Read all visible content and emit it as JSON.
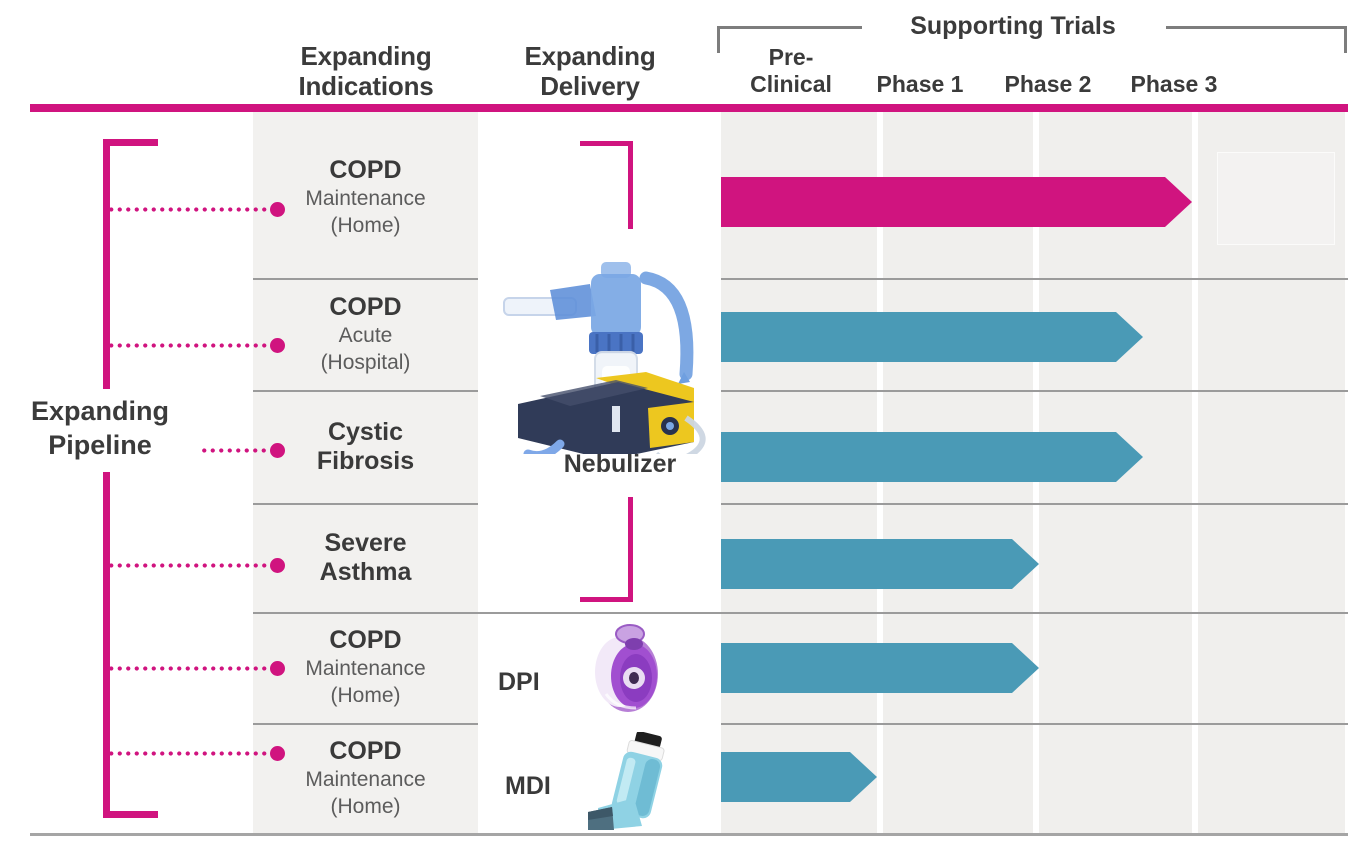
{
  "header": {
    "supporting_trials_label": "Supporting Trials",
    "indications_column_label": "Expanding\nIndications",
    "delivery_column_label": "Expanding\nDelivery",
    "phases": [
      "Pre-\nClinical",
      "Phase 1",
      "Phase 2",
      "Phase 3"
    ]
  },
  "left_panel": {
    "pipeline_label": "Expanding\nPipeline"
  },
  "delivery": {
    "nebulizer_label": "Nebulizer",
    "dpi_label": "DPI",
    "mdi_label": "MDI"
  },
  "rows": [
    {
      "title": "COPD",
      "subtitle": "Maintenance\n(Home)"
    },
    {
      "title": "COPD",
      "subtitle": "Acute\n(Hospital)"
    },
    {
      "title": "Cystic\nFibrosis",
      "subtitle": ""
    },
    {
      "title": "Severe\nAsthma",
      "subtitle": ""
    },
    {
      "title": "COPD",
      "subtitle": "Maintenance\n(Home)"
    },
    {
      "title": "COPD",
      "subtitle": "Maintenance\n(Home)"
    }
  ],
  "colors": {
    "accent_pink": "#d0147f",
    "bar_teal": "#4a9ab6",
    "bracket_gray": "#7d7d7d",
    "text_dark": "#3a3a3a",
    "text_sub": "#5c5c5c",
    "column_gray": "#f0efed"
  },
  "chart_data": {
    "type": "bar",
    "subtype": "pipeline-gantt-arrows",
    "title": "Supporting Trials",
    "stages": [
      "Pre-Clinical",
      "Phase 1",
      "Phase 2",
      "Phase 3"
    ],
    "stage_scale_note": "progress_stage: 1 = end of Pre-Clinical, 2 = end of Phase 1, 3 = end of Phase 2, 4 = end of Phase 3",
    "rows": [
      {
        "indication": "COPD Maintenance (Home)",
        "delivery": "Nebulizer",
        "progress_stage": 3.0,
        "color": "#d0147f"
      },
      {
        "indication": "COPD Acute (Hospital)",
        "delivery": "Nebulizer",
        "progress_stage": 2.68,
        "color": "#4a9ab6"
      },
      {
        "indication": "Cystic Fibrosis",
        "delivery": "Nebulizer",
        "progress_stage": 2.68,
        "color": "#4a9ab6"
      },
      {
        "indication": "Severe Asthma",
        "delivery": "Nebulizer",
        "progress_stage": 2.0,
        "color": "#4a9ab6"
      },
      {
        "indication": "COPD Maintenance (Home)",
        "delivery": "DPI",
        "progress_stage": 2.0,
        "color": "#4a9ab6"
      },
      {
        "indication": "COPD Maintenance (Home)",
        "delivery": "MDI",
        "progress_stage": 1.0,
        "color": "#4a9ab6"
      }
    ],
    "legend": "none",
    "grid": "shaded phase columns"
  }
}
